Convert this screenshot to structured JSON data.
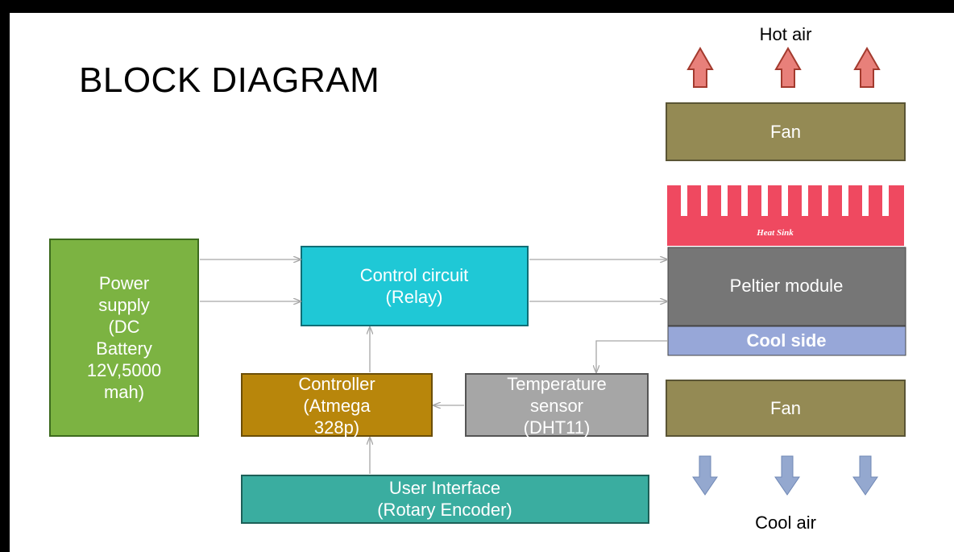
{
  "title": "BLOCK DIAGRAM",
  "blocks": {
    "power_supply": [
      "Power",
      "supply",
      "(DC",
      "Battery",
      "12V,5000",
      "mah)"
    ],
    "control_circuit": [
      "Control circuit",
      "(Relay)"
    ],
    "controller": [
      "Controller",
      "(Atmega",
      "328p)"
    ],
    "temperature_sensor": [
      "Temperature",
      "sensor",
      "(DHT11)"
    ],
    "user_interface": [
      "User Interface",
      "(Rotary Encoder)"
    ],
    "fan_top": "Fan",
    "heat_sink": "Heat Sink",
    "peltier_module": "Peltier module",
    "cool_side": "Cool side",
    "fan_bottom": "Fan"
  },
  "labels": {
    "hot_air": "Hot air",
    "cool_air": "Cool air"
  },
  "colors": {
    "power_supply": "#7cb342",
    "control_circuit": "#1fc8d6",
    "controller": "#b8860b",
    "temperature_sensor": "#a6a6a6",
    "user_interface": "#3aada0",
    "fan": "#948a54",
    "heat_sink": "#ef4960",
    "peltier_module": "#767676",
    "cool_side": "#97a7d8",
    "hot_arrow": "#e8807a",
    "cool_arrow": "#94a8cf"
  }
}
